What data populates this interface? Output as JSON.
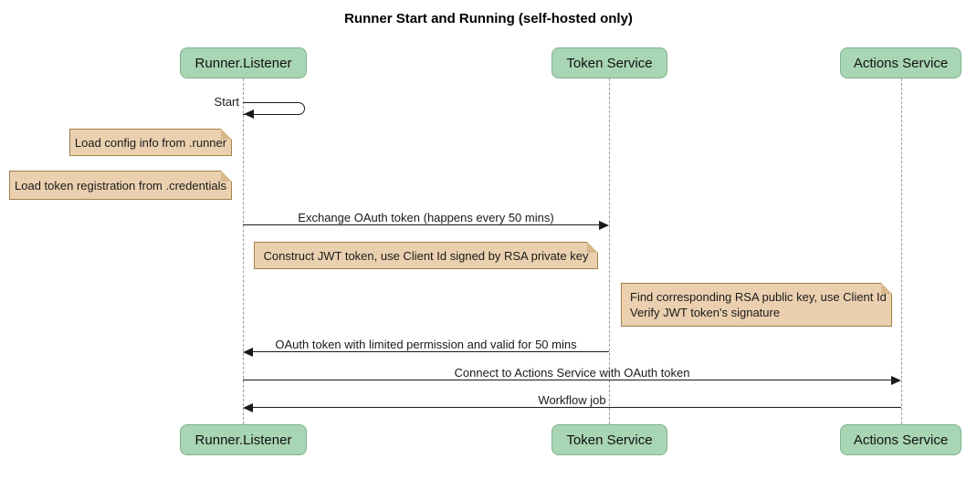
{
  "title": "Runner Start and Running (self-hosted only)",
  "actors": [
    {
      "name": "Runner.Listener"
    },
    {
      "name": "Token Service"
    },
    {
      "name": "Actions Service"
    }
  ],
  "messages": {
    "start": "Start",
    "exchange": "Exchange OAuth token (happens every 50 mins)",
    "oauth_return": "OAuth token with limited permission and valid for 50 mins",
    "connect": "Connect to Actions Service with OAuth token",
    "workflow": "Workflow job"
  },
  "notes": {
    "load_config": "Load config info from .runner",
    "load_token": "Load token registration from .credentials",
    "construct_jwt": "Construct JWT token, use Client Id signed by RSA private key",
    "find_rsa": "Find corresponding RSA public key, use Client Id\nVerify JWT token's signature"
  },
  "colors": {
    "actor_fill": "#A8D5B4",
    "actor_border": "#7FB28D",
    "note_fill": "#EBD0B0",
    "note_border": "#A28048",
    "note_fold": "#D9B78C",
    "lifeline": "#999999",
    "arrow": "#1A1A1A"
  }
}
